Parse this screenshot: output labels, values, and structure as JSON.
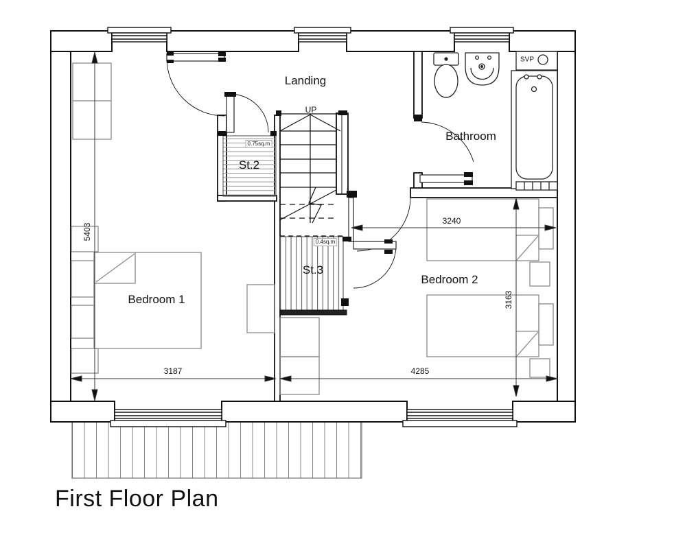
{
  "title": "First Floor Plan",
  "rooms": {
    "landing": {
      "label": "Landing"
    },
    "bathroom": {
      "label": "Bathroom"
    },
    "bedroom1": {
      "label": "Bedroom 1"
    },
    "bedroom2": {
      "label": "Bedroom 2"
    }
  },
  "stores": {
    "st2": {
      "label": "St.2",
      "area": "0.75sq.m"
    },
    "st3": {
      "label": "St.3",
      "area": "0.4sq.m"
    }
  },
  "stairs": {
    "direction": "UP"
  },
  "plumbing": {
    "svp": "SVP"
  },
  "dimensions": {
    "bedroom1_depth": "5403",
    "bedroom1_width": "3187",
    "bedroom2_width": "4285",
    "bedroom2_top_width": "3240",
    "bedroom2_depth": "3163"
  },
  "colors": {
    "wall_line": "#111111",
    "furniture_line": "#8a8a8a",
    "hatch_line": "#888888",
    "dimension_line": "#333333",
    "background": "#ffffff"
  }
}
